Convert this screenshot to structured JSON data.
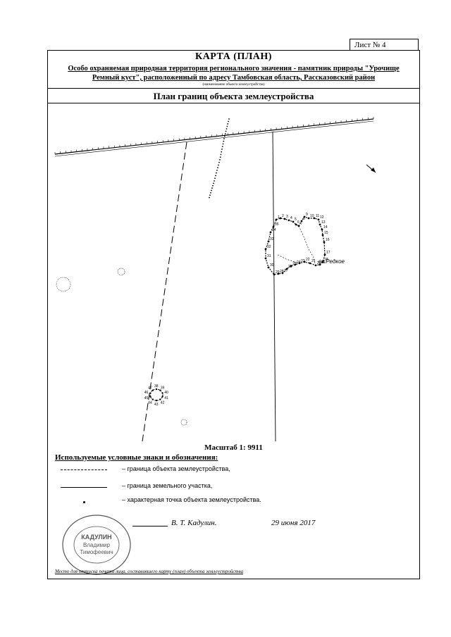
{
  "sheet": {
    "label": "Лист № 4"
  },
  "header": {
    "title": "КАРТА (ПЛАН)",
    "subtitle_line1": "Особо охраняемая природная территория регионального значения - памятник природы \"Урочище",
    "subtitle_line2": "Ремный куст\", расположенный по адресу Тамбовская область, Рассказовский район",
    "caption": "(наименование объекта землеустройства)"
  },
  "plan_title": "План границ объекта землеустройства",
  "map": {
    "place_label": "оз.Редкое",
    "main_points": [
      "1",
      "2",
      "3",
      "4",
      "5",
      "6",
      "7",
      "8",
      "9",
      "10",
      "11",
      "12",
      "13",
      "14",
      "15",
      "16",
      "17",
      "18",
      "19",
      "20",
      "21",
      "22",
      "23",
      "24",
      "25",
      "26",
      "27",
      "28",
      "29",
      "30",
      "31",
      "32",
      "33",
      "34",
      "35",
      "36",
      "37"
    ],
    "small_points": [
      "38",
      "39",
      "40",
      "41",
      "42",
      "43",
      "44",
      "45",
      "46",
      "47"
    ]
  },
  "scale": "Масштаб 1: 9911",
  "legend": {
    "title": "Используемые условные знаки и обозначения:",
    "items": [
      {
        "style": "dashed",
        "label": "– граница объекта землеустройства,"
      },
      {
        "style": "solid",
        "label": "– граница земельного участка,"
      },
      {
        "style": "point",
        "label": "– характерная точка объекта землеустройства."
      }
    ]
  },
  "signature": {
    "name": "В. Т. Кадулин.",
    "date": "29 июня 2017",
    "place_label": "Место для оттиска печати лица, составившего карту (план) объекта землеустройства"
  },
  "stamp": {
    "line1": "КАДУЛИН",
    "line2": "Владимир",
    "line3": "Тимофеевич"
  },
  "colors": {
    "ink": "#000000",
    "stamp": "#555555"
  }
}
